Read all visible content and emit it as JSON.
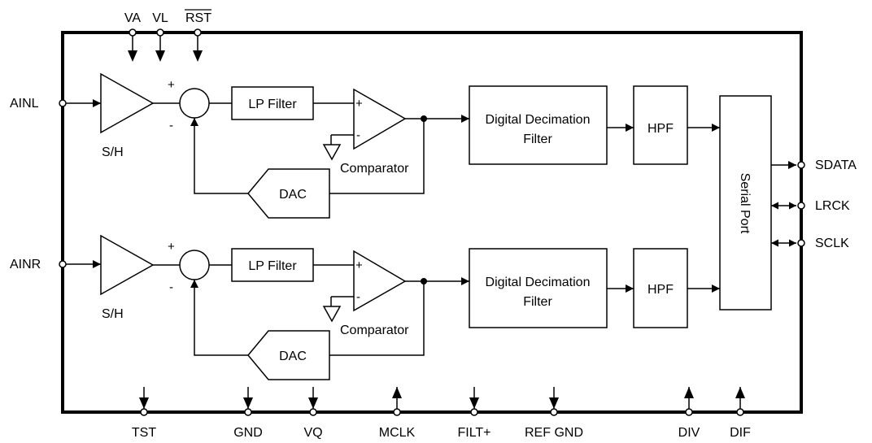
{
  "pins": {
    "top": {
      "va": "VA",
      "vl": "VL",
      "rst": "RST"
    },
    "left": {
      "ainl": "AINL",
      "ainr": "AINR"
    },
    "right": {
      "sdata": "SDATA",
      "lrck": "LRCK",
      "sclk": "SCLK"
    },
    "bottom": {
      "tst": "TST",
      "gnd": "GND",
      "vq": "VQ",
      "mclk": "MCLK",
      "filt_plus": "FILT+",
      "ref_gnd": "REF GND",
      "div": "DIV",
      "dif": "DIF"
    }
  },
  "blocks": {
    "sample_hold": "S/H",
    "lp_filter": "LP Filter",
    "comparator": "Comparator",
    "dac": "DAC",
    "ddf_line1": "Digital Decimation",
    "ddf_line2": "Filter",
    "hpf": "HPF",
    "serial_port": "Serial Port",
    "plus": "+",
    "minus": "-"
  }
}
